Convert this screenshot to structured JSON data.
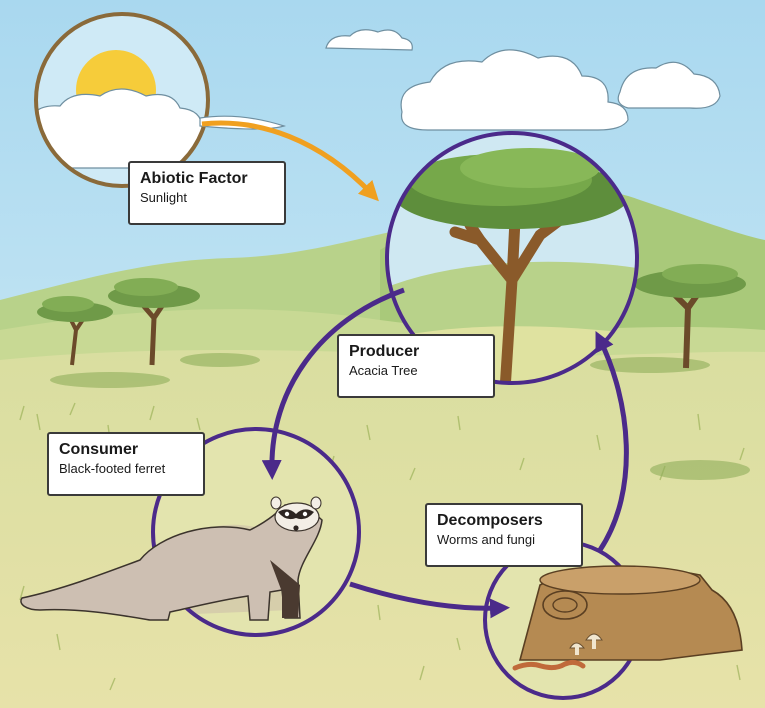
{
  "colors": {
    "sky": "#bfe3f3",
    "hills": "#a9c97a",
    "grass": "#dfe2a0",
    "cycle_ring": "#4b2a8a",
    "sun_ring": "#8a6a3a",
    "sun_arrow": "#f0a020"
  },
  "nodes": {
    "abiotic": {
      "title": "Abiotic Factor",
      "subtitle": "Sunlight"
    },
    "producer": {
      "title": "Producer",
      "subtitle": "Acacia Tree"
    },
    "consumer": {
      "title": "Consumer",
      "subtitle": "Black-footed ferret"
    },
    "decomposers": {
      "title": "Decomposers",
      "subtitle": "Worms and fungi"
    }
  },
  "edges": [
    {
      "from": "abiotic",
      "to": "producer"
    },
    {
      "from": "producer",
      "to": "consumer"
    },
    {
      "from": "consumer",
      "to": "decomposers"
    },
    {
      "from": "decomposers",
      "to": "producer"
    }
  ],
  "icons": [
    "sun-icon",
    "acacia-tree-icon",
    "ferret-icon",
    "tree-stump-icon",
    "worm-icon",
    "mushroom-icon"
  ]
}
